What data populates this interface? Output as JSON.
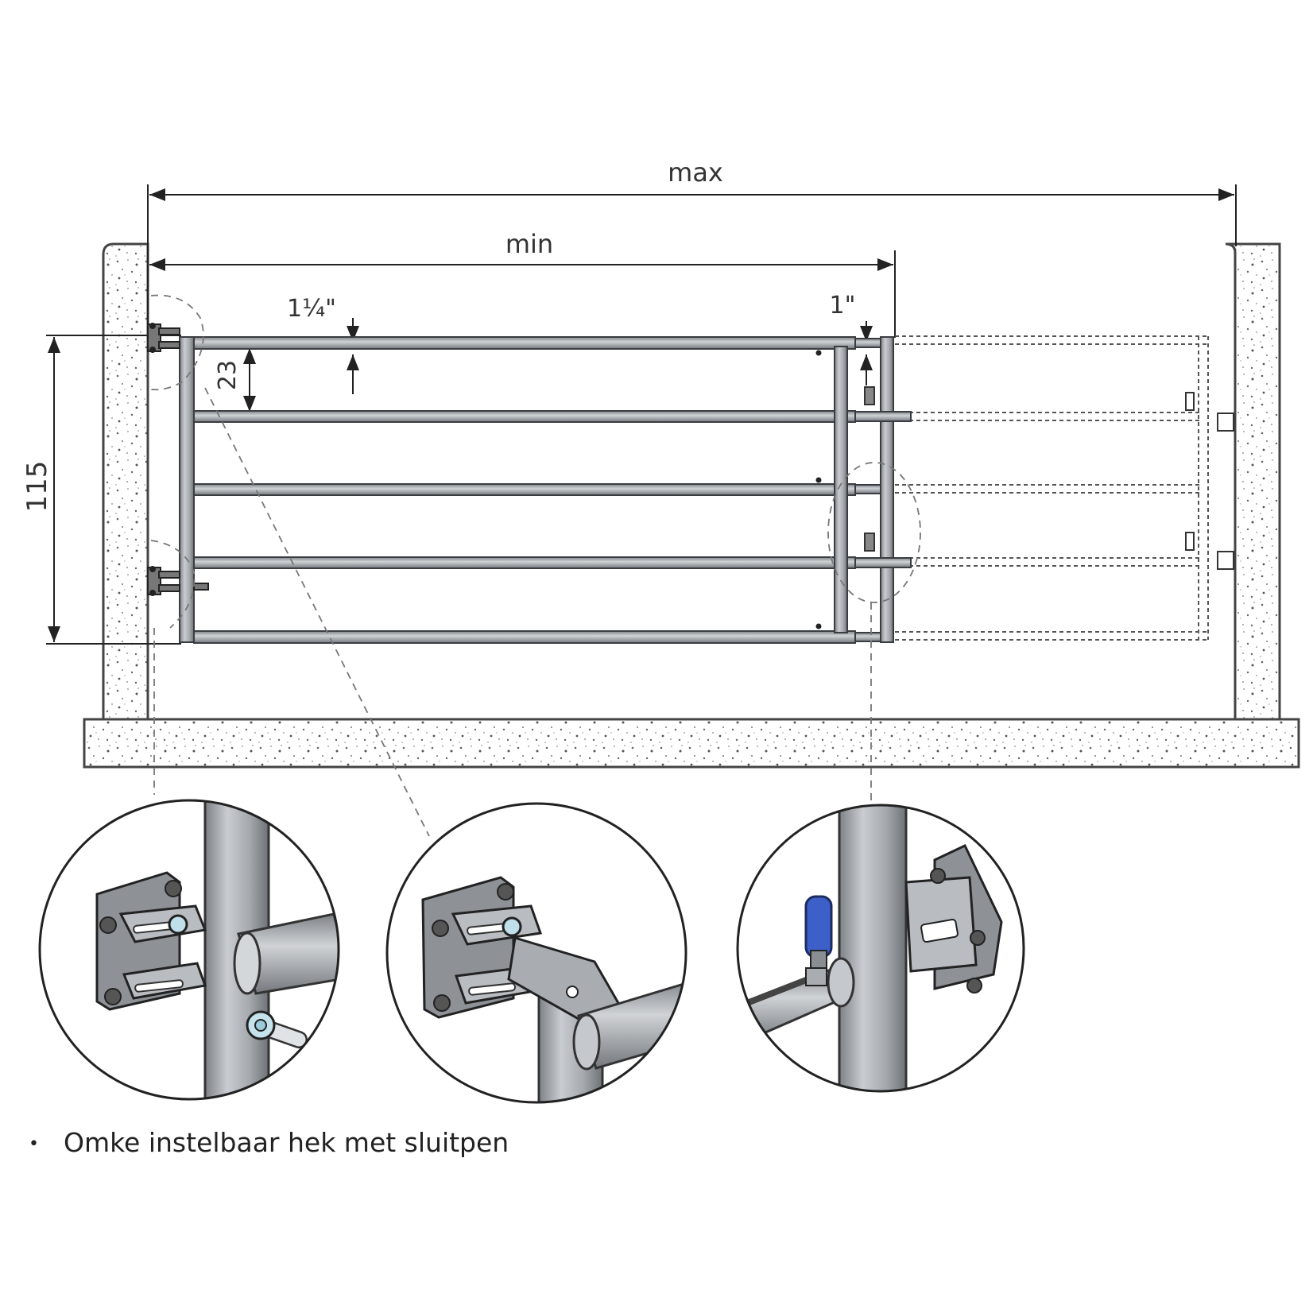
{
  "labels": {
    "max": "max",
    "min": "min",
    "pipe_top": "1¼\"",
    "pipe_right": "1\"",
    "spacing": "23",
    "height": "115"
  },
  "caption": {
    "bullet": "•",
    "text": "Omke instelbaar hek met sluitpen"
  },
  "colors": {
    "steel": "#a9adb2",
    "steel_dark": "#5d6166",
    "concrete": "#ffffff",
    "pin_blue": "#3d5fc8"
  }
}
